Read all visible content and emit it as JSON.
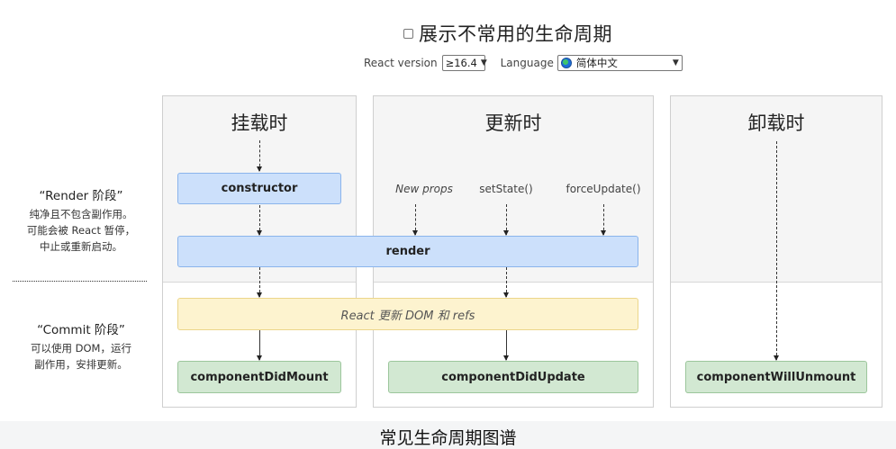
{
  "header": {
    "checkbox_label": "展示不常用的生命周期",
    "version_label": "React version",
    "version_value": "≥16.4",
    "language_label": "Language",
    "language_value": "简体中文"
  },
  "phases": {
    "render": {
      "heading": "“Render 阶段”",
      "desc_lines": [
        "纯净且不包含副作用。",
        "可能会被 React 暂停，",
        "中止或重新启动。"
      ]
    },
    "commit": {
      "heading": "“Commit 阶段”",
      "desc_lines": [
        "可以使用 DOM，运行",
        "副作用，安排更新。"
      ]
    }
  },
  "columns": {
    "mount": {
      "title": "挂载时"
    },
    "update": {
      "title": "更新时",
      "triggers": [
        "New props",
        "setState()",
        "forceUpdate()"
      ]
    },
    "unmount": {
      "title": "卸载时"
    }
  },
  "methods": {
    "constructor": "constructor",
    "render": "render",
    "react_update": "React 更新 DOM 和 refs",
    "did_mount": "componentDidMount",
    "did_update": "componentDidUpdate",
    "will_unmount": "componentWillUnmount"
  },
  "caption": "常见生命周期图谱"
}
